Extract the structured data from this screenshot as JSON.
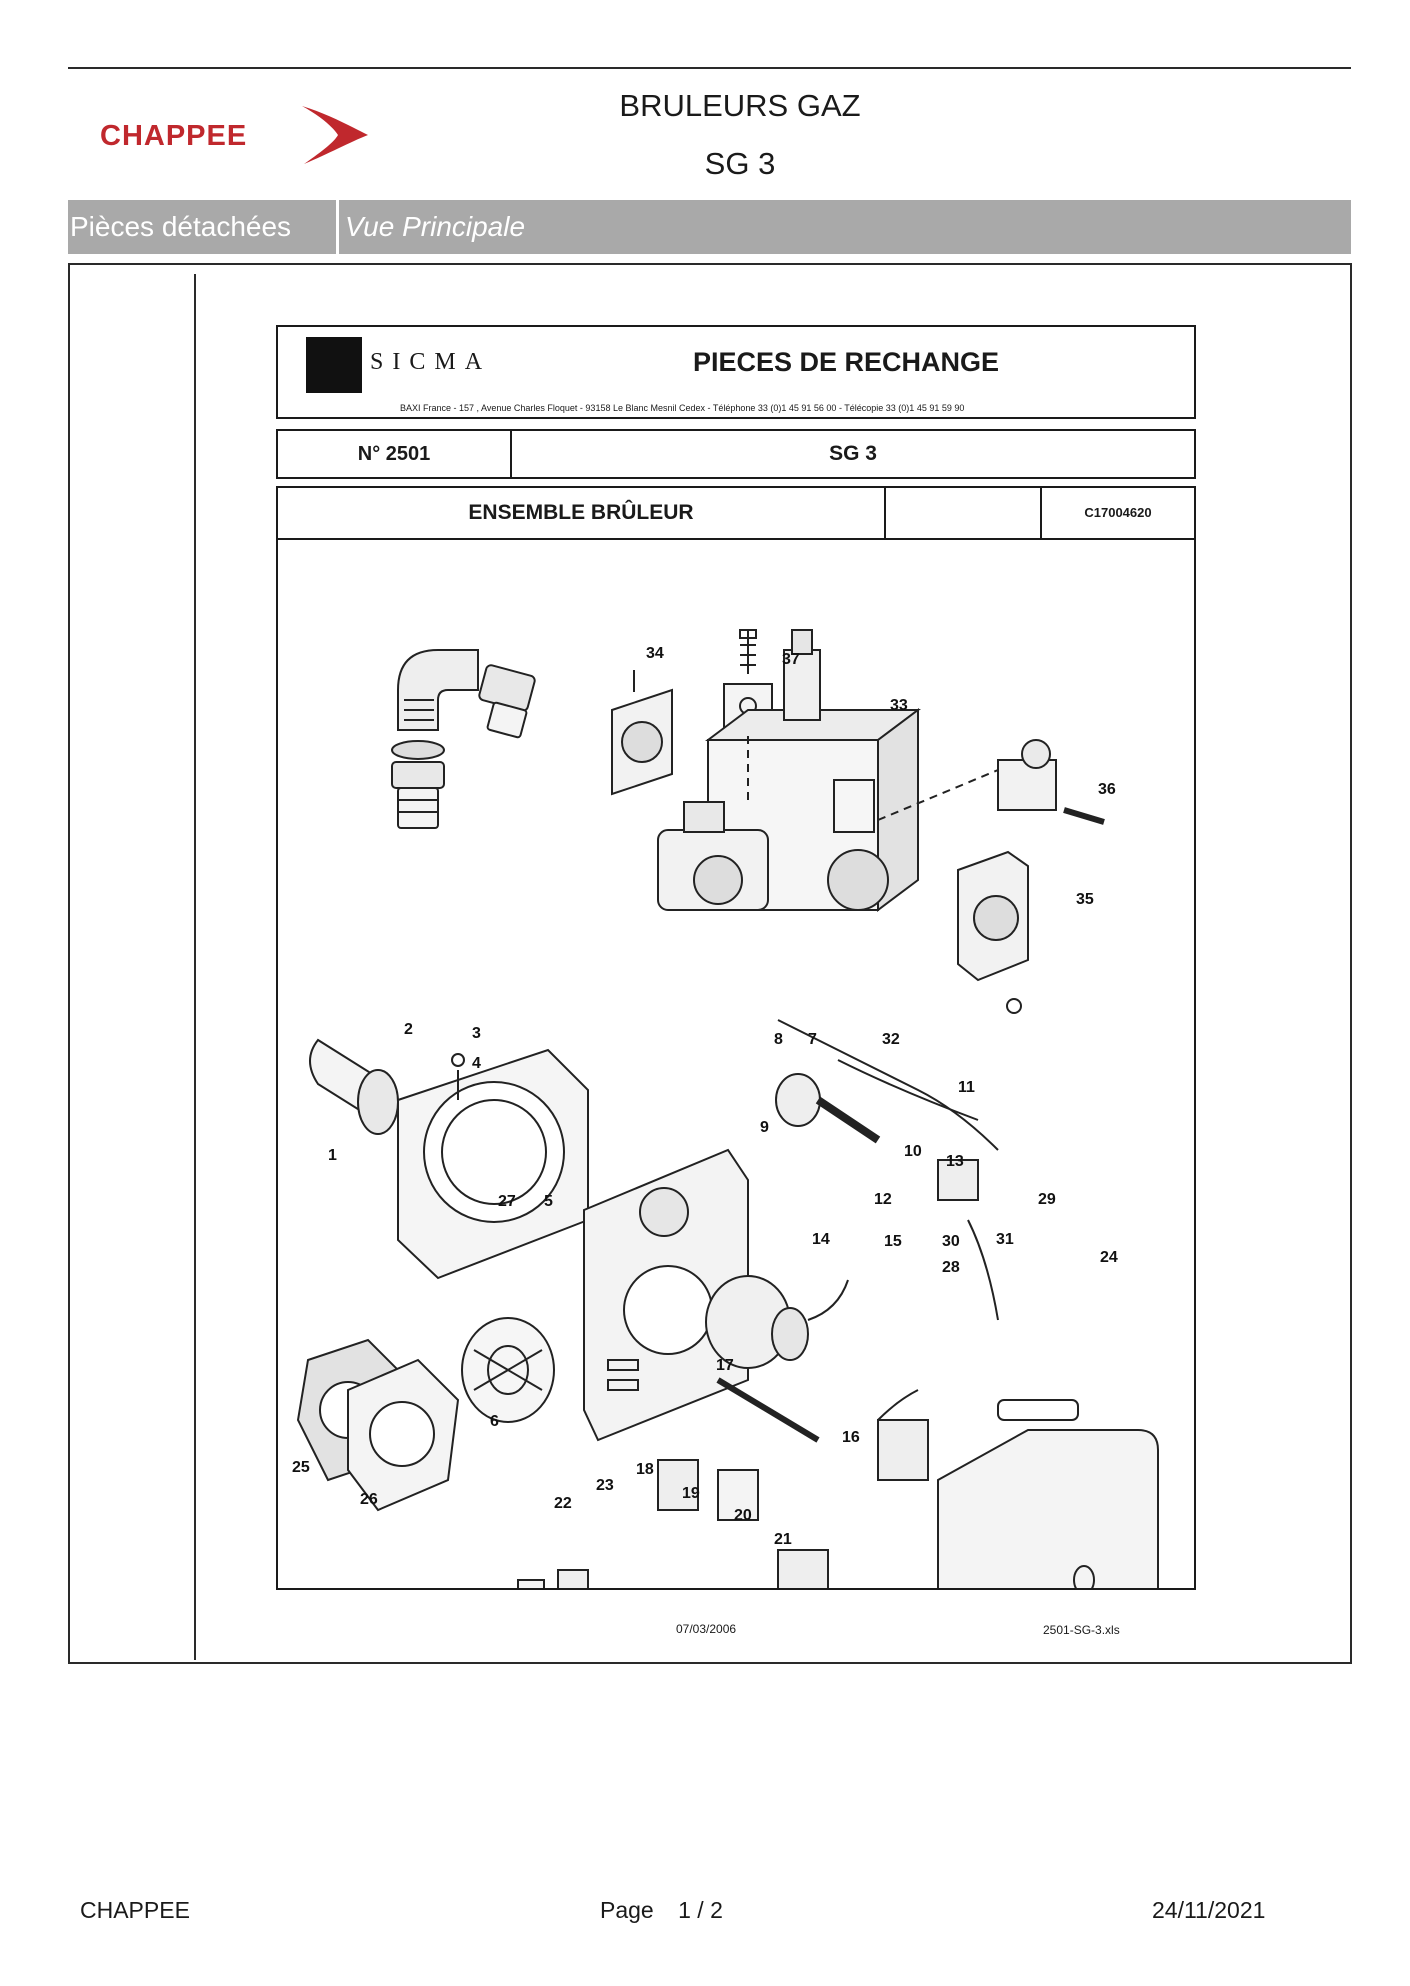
{
  "brand": {
    "logo_text": "CHAPPEE",
    "logo_color": "#c0282d"
  },
  "header": {
    "title": "BRULEURS GAZ",
    "model": "SG 3"
  },
  "bar": {
    "section": "Pièces détachées",
    "view": "Vue Principale",
    "color": "#a9a9a9"
  },
  "sheet": {
    "company": "SICMA",
    "heading": "PIECES DE RECHANGE",
    "address": "BAXI France - 157 , Avenue Charles Floquet - 93158 Le Blanc Mesnil Cedex - Téléphone 33 (0)1 45 91 56 00 - Télécopie 33 (0)1 45 91 59 90",
    "number": "N° 2501",
    "model": "SG 3",
    "assembly": "ENSEMBLE BRÛLEUR",
    "reference": "C17004620",
    "date": "07/03/2006",
    "file": "2501-SG-3.xls",
    "part_labels": [
      "1",
      "2",
      "3",
      "4",
      "5",
      "6",
      "7",
      "8",
      "9",
      "10",
      "11",
      "12",
      "13",
      "14",
      "15",
      "16",
      "17",
      "18",
      "19",
      "20",
      "21",
      "22",
      "23",
      "24",
      "25",
      "26",
      "27",
      "28",
      "29",
      "30",
      "31",
      "32",
      "33",
      "34",
      "35",
      "36",
      "37"
    ]
  },
  "footer": {
    "left": "CHAPPEE",
    "page_label": "Page",
    "page": "1 / 2",
    "date": "24/11/2021"
  }
}
